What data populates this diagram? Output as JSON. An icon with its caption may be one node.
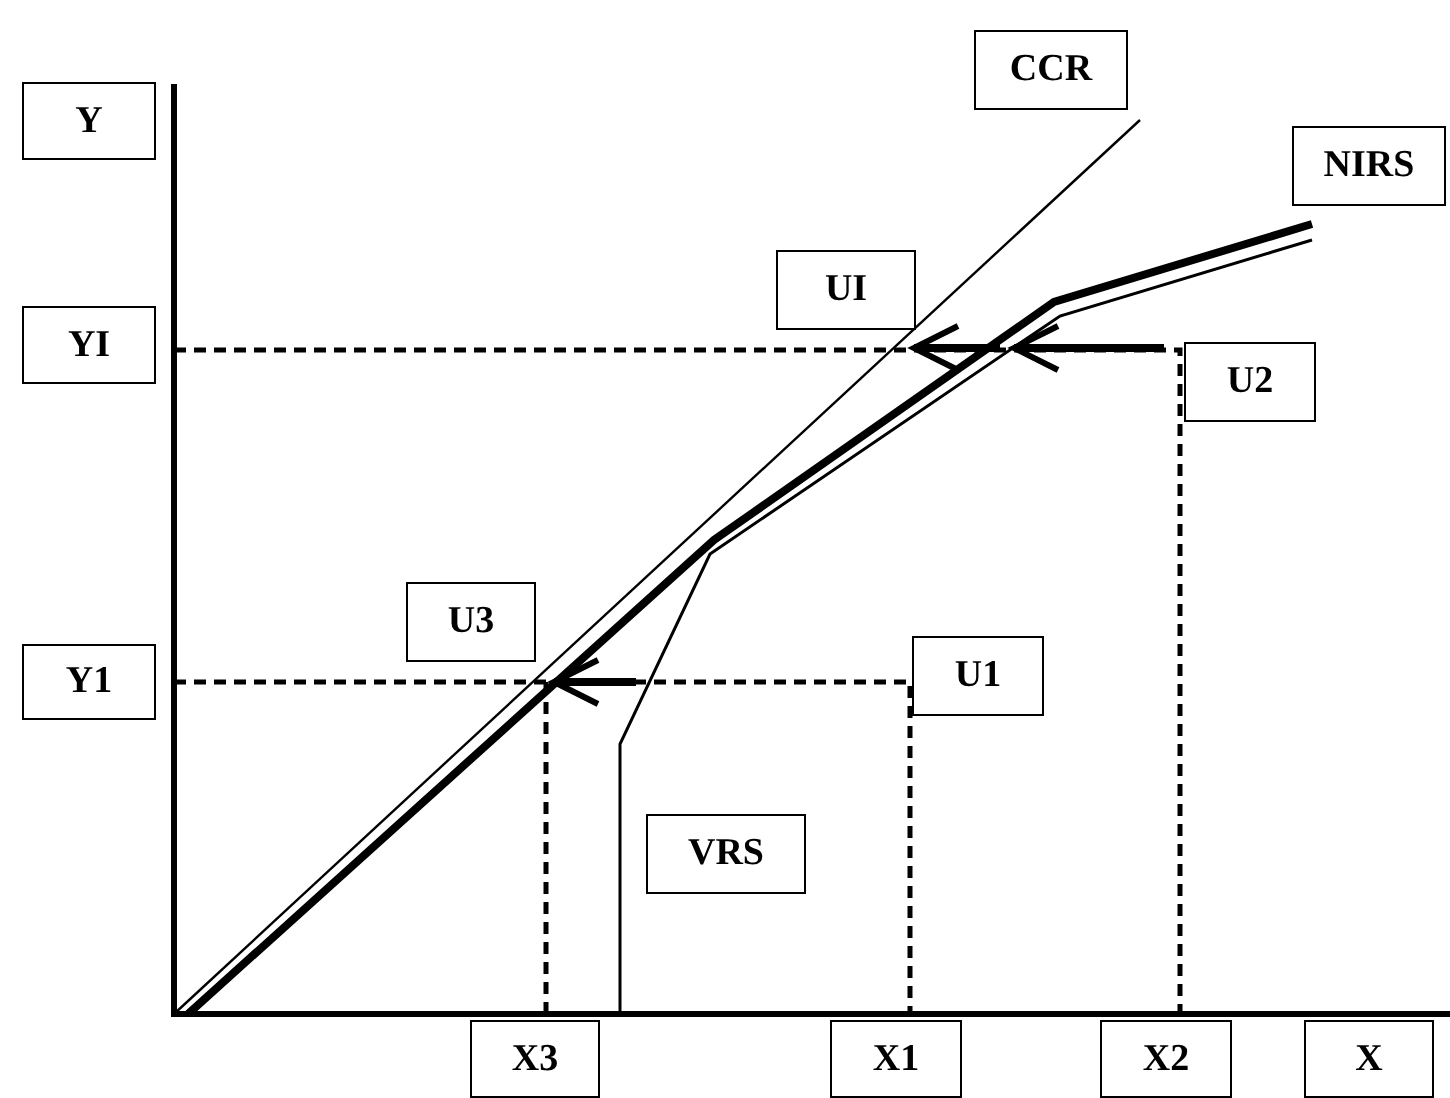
{
  "diagram": {
    "nodes": [
      {
        "text": [
          "Y"
        ]
      },
      {
        "text": [
          "CCR"
        ]
      },
      {
        "text": [
          "NIRS"
        ]
      },
      {
        "text": [
          "UI"
        ]
      },
      {
        "text": [
          "YI"
        ]
      },
      {
        "text": [
          "U2"
        ]
      },
      {
        "text": [
          "U3"
        ]
      },
      {
        "text": [
          "Y1"
        ]
      },
      {
        "text": [
          "U1"
        ]
      },
      {
        "text": [
          "VRS"
        ]
      },
      {
        "text": [
          "X3"
        ]
      },
      {
        "text": [
          "X1"
        ]
      },
      {
        "text": [
          "X2"
        ]
      },
      {
        "text": [
          "X"
        ]
      }
    ]
  }
}
